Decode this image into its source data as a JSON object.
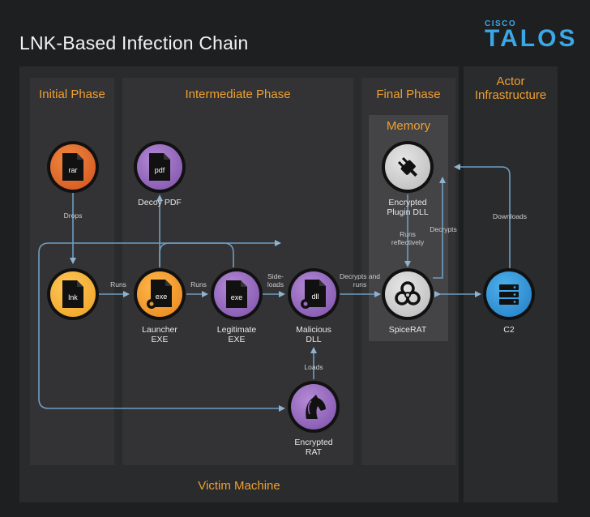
{
  "title": "LNK-Based Infection Chain",
  "logo": {
    "top": "CISCO",
    "main": "TALOS"
  },
  "phases": {
    "initial": "Initial Phase",
    "intermediate": "Intermediate Phase",
    "final": "Final Phase",
    "memory": "Memory",
    "actor": "Actor Infrastructure",
    "victim": "Victim Machine"
  },
  "nodes": {
    "rar": {
      "icon": "rar",
      "label": ""
    },
    "lnk": {
      "icon": "lnk",
      "label": ""
    },
    "pdf": {
      "icon": "pdf",
      "label": "Decoy PDF"
    },
    "launcher": {
      "icon": "exe",
      "label": "Launcher EXE"
    },
    "legit": {
      "icon": "exe",
      "label": "Legitimate EXE"
    },
    "dll": {
      "icon": "dll",
      "label": "Malicious DLL"
    },
    "rat": {
      "icon": "",
      "label": "Encrypted RAT"
    },
    "plugin": {
      "icon": "",
      "label": "Encrypted Plugin DLL"
    },
    "spicerat": {
      "icon": "",
      "label": "SpiceRAT"
    },
    "c2": {
      "icon": "",
      "label": "C2"
    }
  },
  "edges": {
    "drops": "Drops",
    "runs1": "Runs",
    "runs2": "Runs",
    "sideloads": "Side-loads",
    "decrypts_runs": "Decrypts and runs",
    "loads": "Loads",
    "runs_reflectively": "Runs reflectively",
    "decrypts": "Decrypts",
    "downloads": "Downloads"
  },
  "colors": {
    "orange": "#e8692a",
    "yellow": "#f5b43a",
    "purple": "#9a6cc0",
    "gray": "#d0d0d0",
    "blue": "#2f95d6",
    "accent": "#f0a030",
    "edge": "#6f9dc0"
  }
}
